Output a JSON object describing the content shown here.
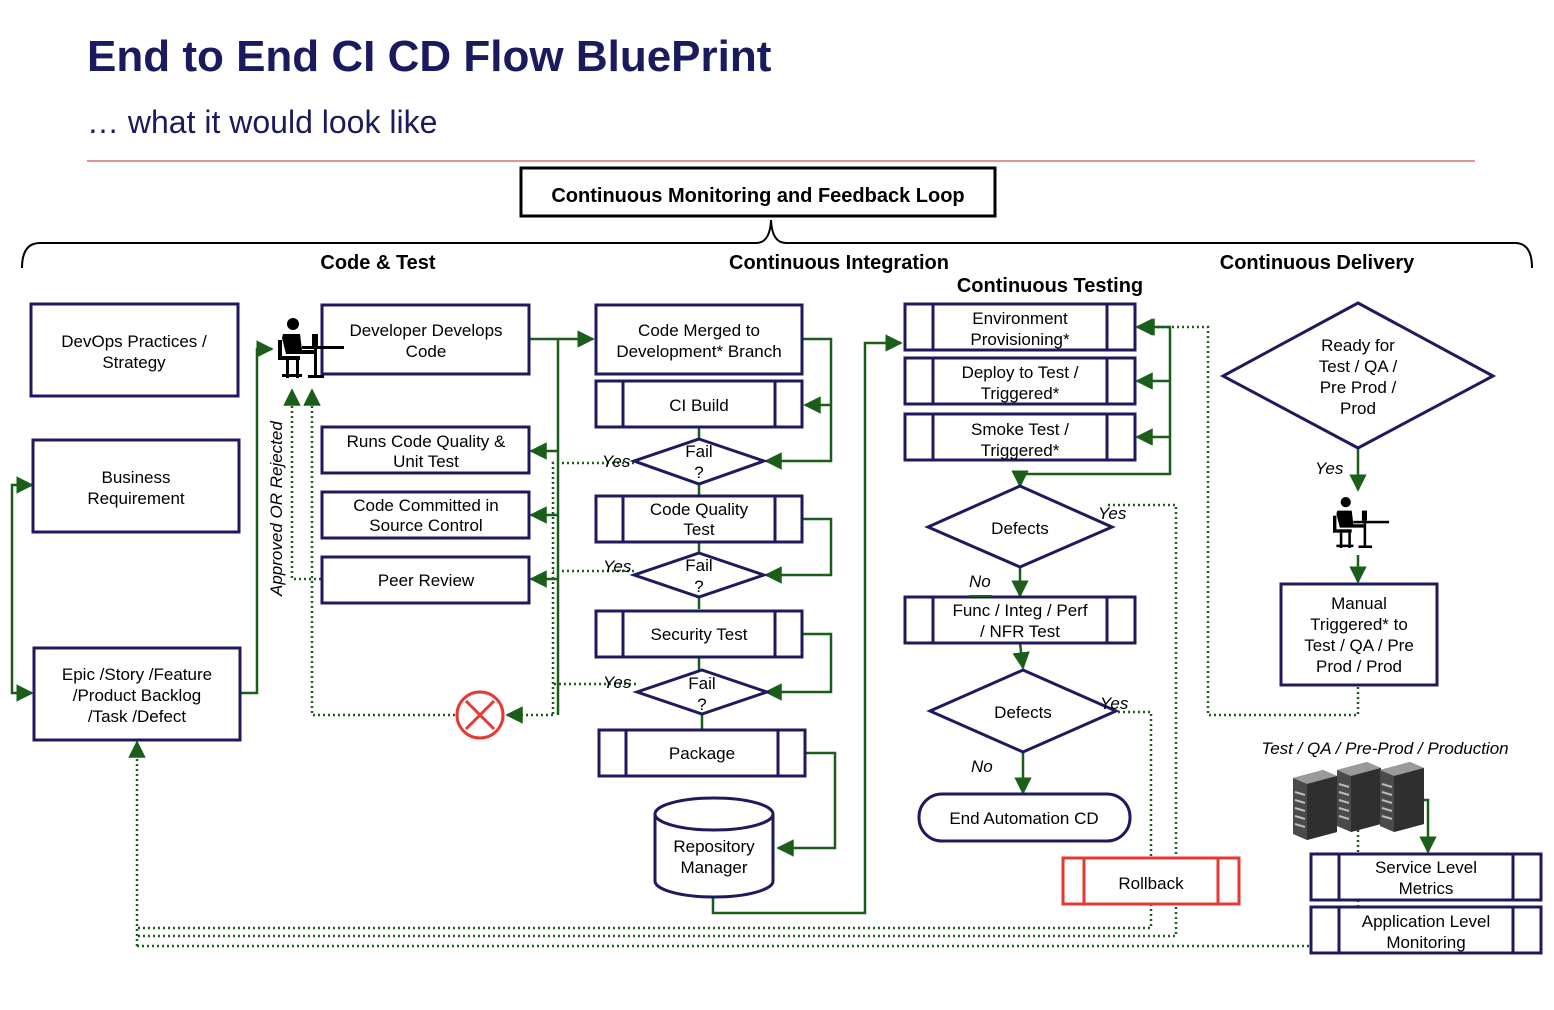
{
  "header": {
    "title": "End to End CI CD Flow BluePrint",
    "subtitle": "… what it would look like"
  },
  "colors": {
    "title": "#1a1a5e",
    "box_border": "#1f1a5e",
    "arrow": "#1a5e1a",
    "reject": "#e53935",
    "divider": "#c62828"
  },
  "loop": {
    "label": "Continuous Monitoring and Feedback Loop"
  },
  "sections": {
    "code_test": "Code & Test",
    "ci": "Continuous Integration",
    "testing": "Continuous Testing",
    "delivery": "Continuous Delivery"
  },
  "nodes": {
    "devops": [
      "DevOps Practices /",
      "Strategy"
    ],
    "business": [
      "Business",
      "Requirement"
    ],
    "epic": [
      "Epic /Story /Feature",
      "/Product Backlog",
      "/Task /Defect"
    ],
    "develop": [
      "Developer Develops",
      "Code"
    ],
    "quality_unit": [
      "Runs Code Quality &",
      "Unit Test"
    ],
    "committed": [
      "Code Committed in",
      "Source Control"
    ],
    "peer": [
      "Peer Review"
    ],
    "merged": [
      "Code Merged to",
      "Development* Branch"
    ],
    "ci_build": [
      "CI Build"
    ],
    "fail1": [
      "Fail",
      "?"
    ],
    "quality_test": [
      "Code Quality",
      "Test"
    ],
    "fail2": [
      "Fail",
      "?"
    ],
    "security": [
      "Security Test"
    ],
    "fail3": [
      "Fail",
      "?"
    ],
    "package": [
      "Package"
    ],
    "repo": [
      "Repository",
      "Manager"
    ],
    "env": [
      "Environment",
      "Provisioning*"
    ],
    "deploy": [
      "Deploy to Test /",
      "Triggered*"
    ],
    "smoke": [
      "Smoke Test /",
      "Triggered*"
    ],
    "defects1": [
      "Defects"
    ],
    "func": [
      "Func / Integ / Perf",
      "/ NFR Test"
    ],
    "defects2": [
      "Defects"
    ],
    "end_cd": [
      "End Automation CD"
    ],
    "rollback": [
      "Rollback"
    ],
    "ready": [
      "Ready for",
      "Test / QA /",
      "Pre Prod /",
      "Prod"
    ],
    "manual": [
      "Manual",
      "Triggered*  to",
      "Test / QA / Pre",
      "Prod / Prod"
    ],
    "servers_label": [
      "Test / QA / Pre-Prod / Production"
    ],
    "slm": [
      "Service Level",
      "Metrics"
    ],
    "alm": [
      "Application Level",
      "Monitoring"
    ]
  },
  "edge_labels": {
    "yes": "Yes",
    "no": "No",
    "approved": "Approved OR Rejected"
  },
  "icons": [
    "developer-at-desk-icon",
    "reject-circle-x-icon",
    "server-rack-icon"
  ]
}
